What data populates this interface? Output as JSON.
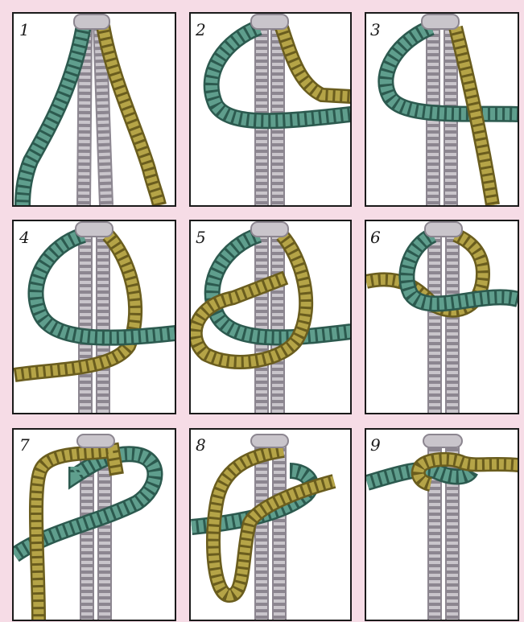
{
  "page": {
    "background": "#f6dce6",
    "frame_border": "#1a1a1a",
    "frame_fill": "#ffffff"
  },
  "colors": {
    "core_cord": "#c9c5cb",
    "core_edge": "#8c8690",
    "teal_cord": "#5f9e8d",
    "teal_edge": "#2c5a4f",
    "gold_cord": "#b5a447",
    "gold_edge": "#6a5d1e",
    "wrap": "#c9c5cb"
  },
  "steps": [
    {
      "number": "1",
      "description_icon": "square-knot-step-1"
    },
    {
      "number": "2",
      "description_icon": "square-knot-step-2"
    },
    {
      "number": "3",
      "description_icon": "square-knot-step-3"
    },
    {
      "number": "4",
      "description_icon": "square-knot-step-4"
    },
    {
      "number": "5",
      "description_icon": "square-knot-step-5"
    },
    {
      "number": "6",
      "description_icon": "square-knot-step-6"
    },
    {
      "number": "7",
      "description_icon": "square-knot-step-7"
    },
    {
      "number": "8",
      "description_icon": "square-knot-step-8"
    },
    {
      "number": "9",
      "description_icon": "square-knot-step-9"
    }
  ]
}
